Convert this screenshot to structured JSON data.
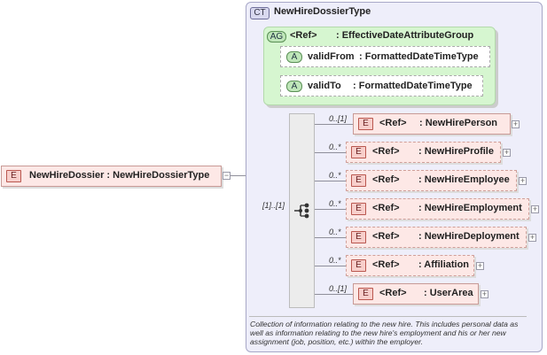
{
  "root": {
    "badge": "E",
    "label": "NewHireDossier : NewHireDossierType",
    "toggle": "−"
  },
  "complex_type": {
    "badge": "CT",
    "title": "NewHireDossierType"
  },
  "attribute_group": {
    "badge": "AG",
    "ref": "<Ref>",
    "type": ": EffectiveDateAttributeGroup",
    "attributes": [
      {
        "badge": "A",
        "name": "validFrom",
        "type": ": FormattedDateTimeType"
      },
      {
        "badge": "A",
        "name": "validTo",
        "type": ": FormattedDateTimeType"
      }
    ]
  },
  "sequence": {
    "cardinality": "[1]..[1]"
  },
  "elements": [
    {
      "badge": "E",
      "ref": "<Ref>",
      "type": ": NewHirePerson",
      "cardinality": "0..[1]",
      "toggle": "+"
    },
    {
      "badge": "E",
      "ref": "<Ref>",
      "type": ": NewHireProfile",
      "cardinality": "0..*",
      "toggle": "+"
    },
    {
      "badge": "E",
      "ref": "<Ref>",
      "type": ": NewHireEmployee",
      "cardinality": "0..*",
      "toggle": "+"
    },
    {
      "badge": "E",
      "ref": "<Ref>",
      "type": ": NewHireEmployment",
      "cardinality": "0..*",
      "toggle": "+"
    },
    {
      "badge": "E",
      "ref": "<Ref>",
      "type": ": NewHireDeployment",
      "cardinality": "0..*",
      "toggle": "+"
    },
    {
      "badge": "E",
      "ref": "<Ref>",
      "type": ": Affiliation",
      "cardinality": "0..*",
      "toggle": "+"
    },
    {
      "badge": "E",
      "ref": "<Ref>",
      "type": ": UserArea",
      "cardinality": "0..[1]",
      "toggle": "+"
    }
  ],
  "documentation": "Collection of information relating to the new hire. This includes personal data as well as information relating to the new hire's employment and his or her new assignment (job, position, etc.) within the employer."
}
